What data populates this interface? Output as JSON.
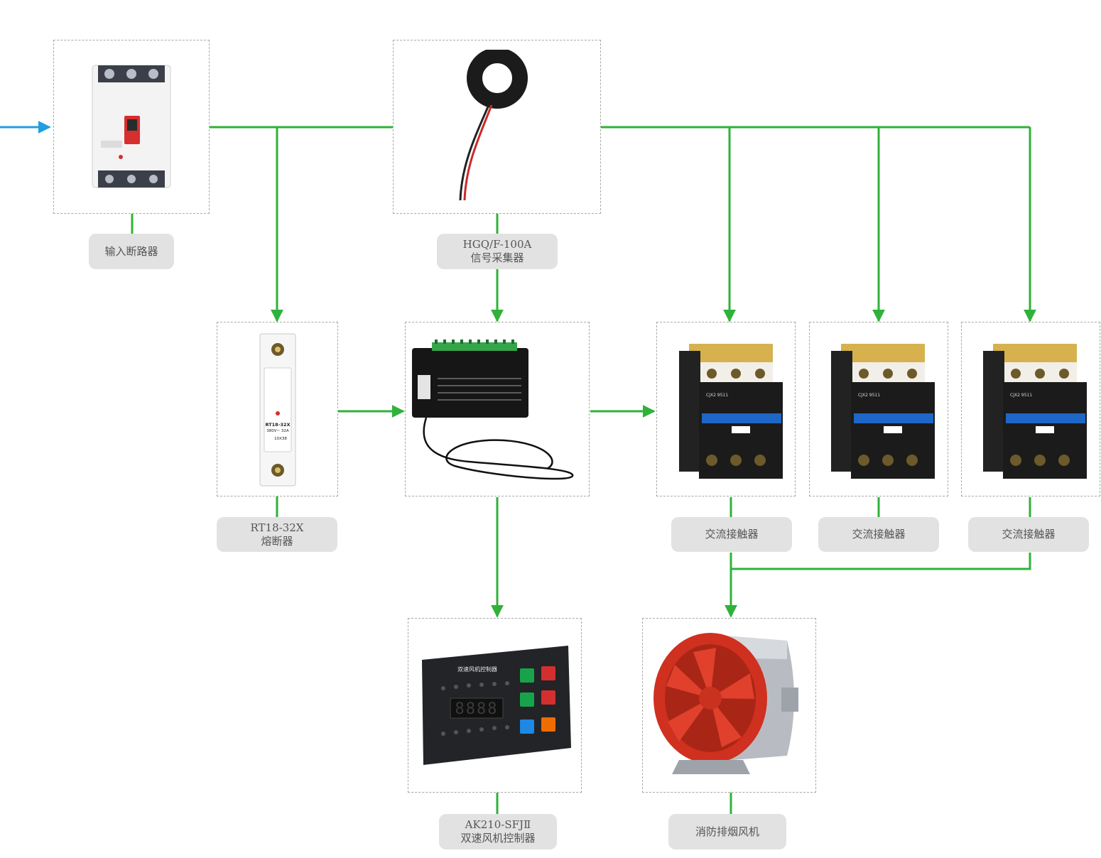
{
  "components": {
    "input_breaker": {
      "label": "输入断路器"
    },
    "signal_collector": {
      "model": "HGQ/F-100A",
      "name": "信号采集器"
    },
    "fuse": {
      "model": "RT18-32X",
      "name": "熔断器",
      "print1": "RT18-32X",
      "print2": "380V~  32A",
      "print3": "10X38"
    },
    "contactor1": {
      "label": "交流接触器",
      "print": "CJX2 9511"
    },
    "contactor2": {
      "label": "交流接触器",
      "print": "CJX2 9511"
    },
    "contactor3": {
      "label": "交流接触器",
      "print": "CJX2 9511"
    },
    "controller": {
      "model": "AK210-SFJⅡ",
      "name": "双速风机控制器",
      "panel_title": "双速风机控制器",
      "display": "8888"
    },
    "fan": {
      "label": "消防排烟风机"
    }
  },
  "colors": {
    "wire": "#2fb23a",
    "input_arrow": "#1f9ee0",
    "box_border": "#a9a9a9",
    "label_bg": "#e2e2e2"
  }
}
